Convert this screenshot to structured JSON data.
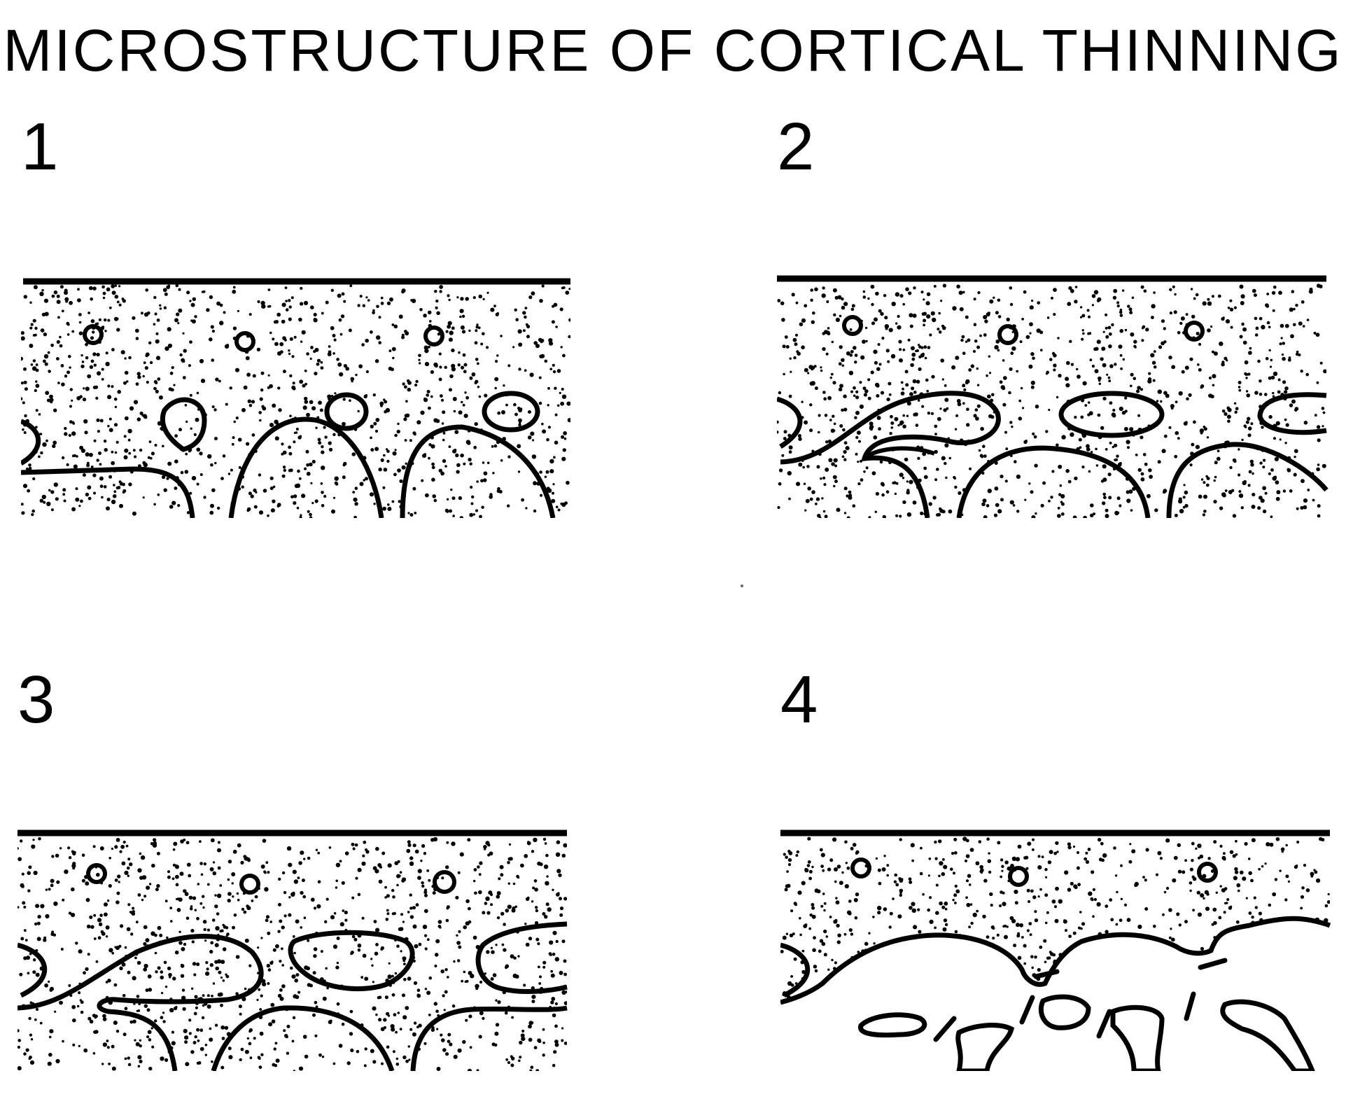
{
  "title": "MICROSTRUCTURE OF CORTICAL THINNING",
  "panels": [
    {
      "number": "1"
    },
    {
      "number": "2"
    },
    {
      "number": "3"
    },
    {
      "number": "4"
    }
  ],
  "colors": {
    "ink": "#000000",
    "background": "#ffffff"
  }
}
